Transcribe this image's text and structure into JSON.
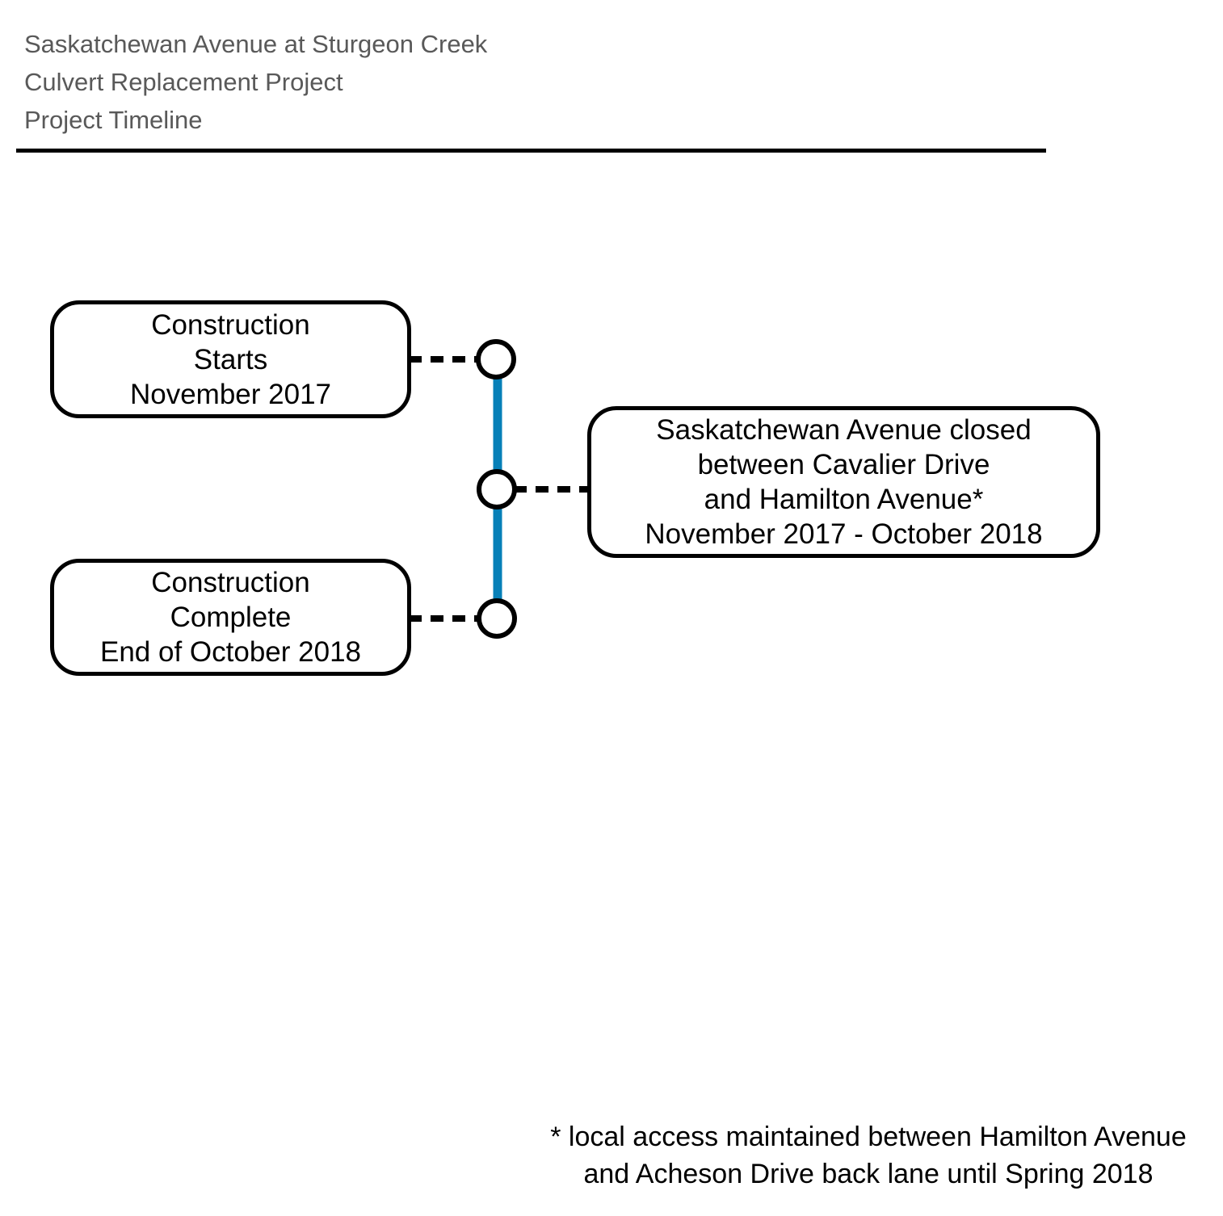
{
  "header": {
    "title_lines": [
      "Saskatchewan Avenue at Sturgeon Creek",
      "Culvert Replacement Project",
      "Project Timeline"
    ]
  },
  "timeline": {
    "events": [
      {
        "name": "construction-starts",
        "lines": [
          "Construction",
          "Starts",
          "November 2017"
        ]
      },
      {
        "name": "road-closure",
        "lines": [
          "Saskatchewan Avenue closed",
          "between Cavalier Drive",
          "and Hamilton Avenue*",
          "November 2017 - October 2018"
        ]
      },
      {
        "name": "construction-complete",
        "lines": [
          "Construction",
          "Complete",
          "End of October 2018"
        ]
      }
    ]
  },
  "footnote": {
    "lines": [
      "* local access maintained between Hamilton Avenue",
      "and Acheson Drive back lane until Spring 2018"
    ]
  },
  "colors": {
    "timeline_blue": "#0780b8",
    "title_gray": "#595959",
    "diagram_black": "#000000",
    "background": "#ffffff"
  }
}
